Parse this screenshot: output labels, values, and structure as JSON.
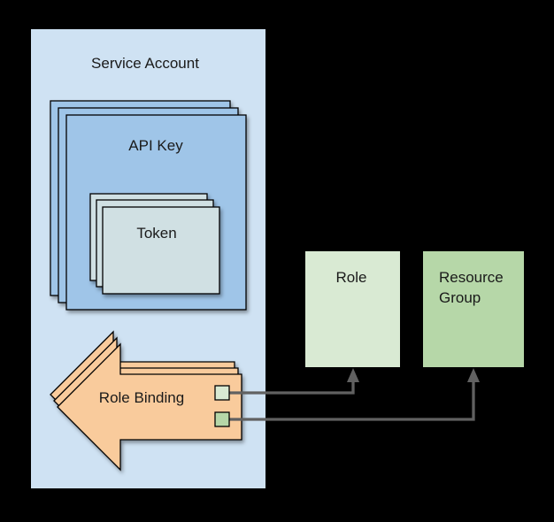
{
  "diagram": {
    "description": "Service account authorization diagram",
    "nodes": {
      "service_account": {
        "label": "Service Account"
      },
      "api_key": {
        "label": "API Key"
      },
      "token": {
        "label": "Token"
      },
      "role_binding": {
        "label": "Role Binding"
      },
      "role": {
        "label": "Role"
      },
      "resource_group": {
        "label_line1": "Resource",
        "label_line2": "Group"
      }
    },
    "connectors": [
      {
        "from": "role_binding",
        "to": "role"
      },
      {
        "from": "role_binding",
        "to": "resource_group"
      }
    ],
    "colors": {
      "background": "#000000",
      "service_account_fill": "#cfe2f3",
      "api_key_fill": "#9fc5e8",
      "token_fill": "#d0e0e3",
      "role_binding_fill": "#f9cb9c",
      "role_fill": "#d9ead3",
      "resource_group_fill": "#b6d7a8",
      "slot_role_fill": "#d9ead3",
      "slot_resource_group_fill": "#b6d7a8",
      "connector_color": "#616161",
      "outline": "#000000",
      "text": "#1a1a1a"
    }
  }
}
